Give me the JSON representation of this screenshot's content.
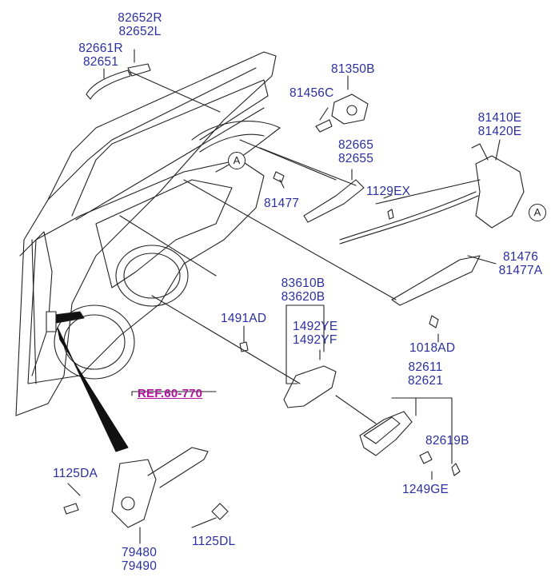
{
  "labels": {
    "l_82652R": "82652R",
    "l_82652L": "82652L",
    "l_82661R": "82661R",
    "l_82651": "82651",
    "l_81350B": "81350B",
    "l_81456C": "81456C",
    "l_81410E": "81410E",
    "l_81420E": "81420E",
    "l_82665": "82665",
    "l_82655": "82655",
    "l_1129EX": "1129EX",
    "l_81477": "81477",
    "l_81476": "81476",
    "l_81477A": "81477A",
    "l_83610B": "83610B",
    "l_83620B": "83620B",
    "l_1491AD": "1491AD",
    "l_1492YE": "1492YE",
    "l_1492YF": "1492YF",
    "l_1018AD": "1018AD",
    "l_82611": "82611",
    "l_82621": "82621",
    "l_82619B": "82619B",
    "l_1249GE": "1249GE",
    "l_1125DA": "1125DA",
    "l_1125DL": "1125DL",
    "l_79480": "79480",
    "l_79490": "79490",
    "ref": "REF.60-770"
  },
  "callouts": {
    "a1": "A",
    "a2": "A"
  },
  "colors": {
    "label": "#2b2fa0",
    "ref": "#b0129e",
    "line": "#222222"
  }
}
